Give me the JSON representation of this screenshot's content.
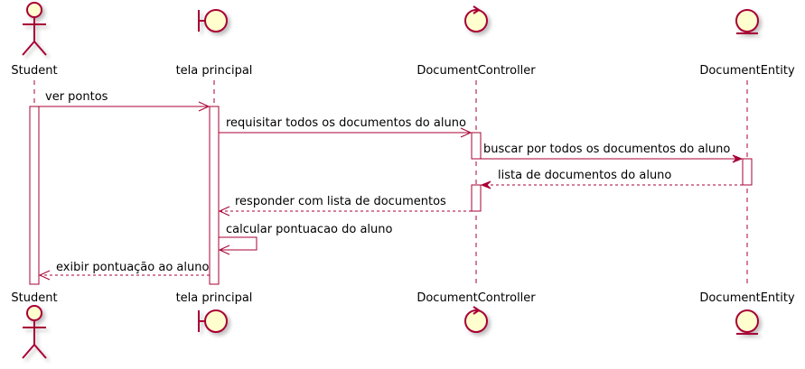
{
  "colors": {
    "line": "#A80036",
    "fill": "#FEFECE",
    "shadow": "#C9C9C9",
    "text": "#000000"
  },
  "participants": [
    {
      "id": "student",
      "label": "Student",
      "icon": "actor-icon"
    },
    {
      "id": "tela",
      "label": "tela principal",
      "icon": "boundary-icon"
    },
    {
      "id": "ctrl",
      "label": "DocumentController",
      "icon": "control-icon"
    },
    {
      "id": "entity",
      "label": "DocumentEntity",
      "icon": "entity-icon"
    }
  ],
  "messages": [
    {
      "label": "ver pontos",
      "from": "student",
      "to": "tela",
      "style": "sync-open"
    },
    {
      "label": "requisitar todos os documentos do aluno",
      "from": "tela",
      "to": "ctrl",
      "style": "sync-open"
    },
    {
      "label": "buscar por todos os documentos do aluno",
      "from": "ctrl",
      "to": "entity",
      "style": "sync-filled"
    },
    {
      "label": "lista de documentos do aluno",
      "from": "entity",
      "to": "ctrl",
      "style": "return-filled"
    },
    {
      "label": "responder com lista de documentos",
      "from": "ctrl",
      "to": "tela",
      "style": "return-open"
    },
    {
      "label": "calcular pontuacao do aluno",
      "from": "tela",
      "to": "tela",
      "style": "self"
    },
    {
      "label": "exibir pontuação ao aluno",
      "from": "tela",
      "to": "student",
      "style": "return-open"
    }
  ]
}
